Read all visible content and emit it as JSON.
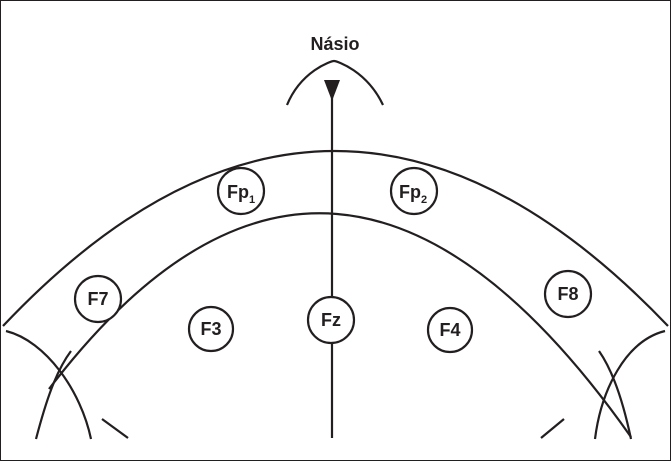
{
  "title": "Násio",
  "electrodes": {
    "fp1": {
      "base": "Fp",
      "sub": "1"
    },
    "fp2": {
      "base": "Fp",
      "sub": "2"
    },
    "f7": "F7",
    "f8": "F8",
    "f3": "F3",
    "f4": "F4",
    "fz": "Fz"
  },
  "colors": {
    "stroke": "#231f20",
    "background": "#ffffff"
  }
}
